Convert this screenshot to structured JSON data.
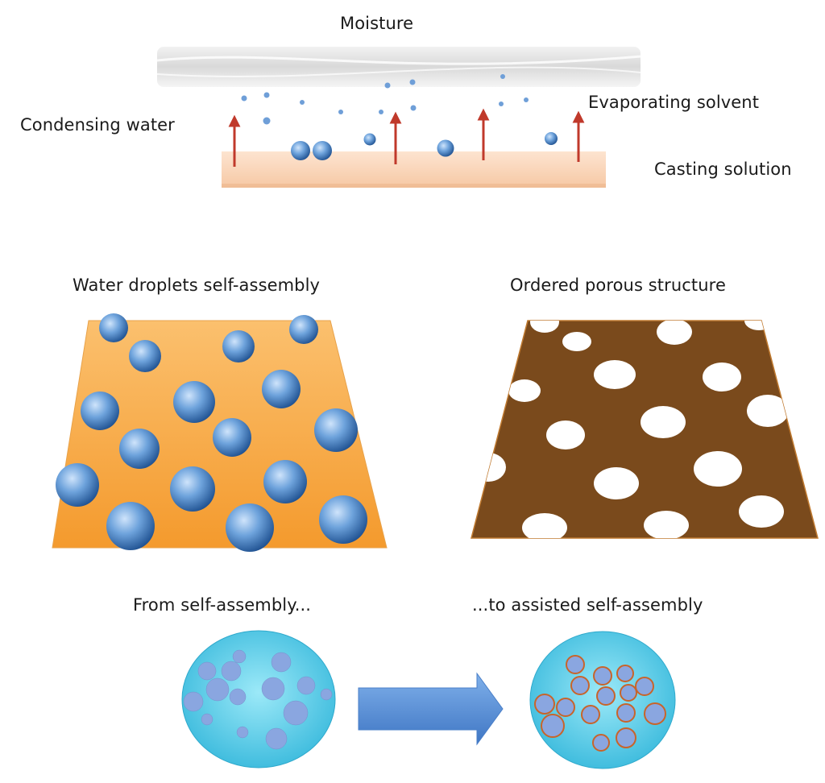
{
  "labels": {
    "moisture": "Moisture",
    "evaporating_solvent": "Evaporating solvent",
    "condensing_water": "Condensing water",
    "casting_solution": "Casting solution",
    "water_droplets_self_assembly": "Water droplets self-assembly",
    "ordered_porous_structure": "Ordered porous structure",
    "from_self_assembly": "From self-assembly...",
    "to_assisted_self_assembly": "...to assisted self-assembly"
  },
  "colors": {
    "casting_solution_fill": "#fbd9c0",
    "arrow_red": "#c0392b",
    "droplet_blue": "#3f78c0",
    "film_orange": "#f9a43f",
    "film_brown": "#7a4a1c",
    "circle_cyan": "#5fd0ea",
    "particle_blue": "#8aa6e0",
    "particle_outline": "#c8642a",
    "process_arrow": "#5b8fd4"
  }
}
